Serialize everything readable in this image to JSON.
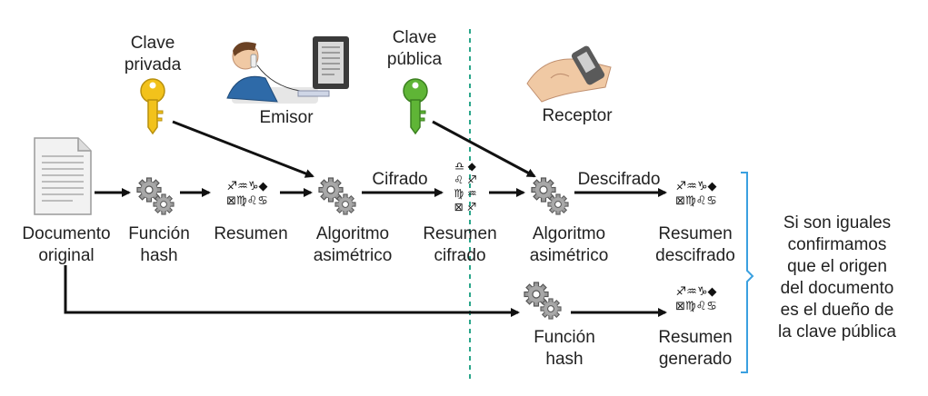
{
  "labels": {
    "private_key": [
      "Clave",
      "privada"
    ],
    "public_key": [
      "Clave",
      "pública"
    ],
    "sender": "Emisor",
    "receiver": "Receptor",
    "original_document": [
      "Documento",
      "original"
    ],
    "hash_function_1": [
      "Función",
      "hash"
    ],
    "summary_1": "Resumen",
    "asym_algorithm_1": [
      "Algoritmo",
      "asimétrico"
    ],
    "encrypted_label": "Cifrado",
    "encrypted_summary": [
      "Resumen",
      "cifrado"
    ],
    "asym_algorithm_2": [
      "Algoritmo",
      "asimétrico"
    ],
    "decrypted_label": "Descifrado",
    "decrypted_summary": [
      "Resumen",
      "descifrado"
    ],
    "hash_function_2": [
      "Función",
      "hash"
    ],
    "generated_summary": [
      "Resumen",
      "generado"
    ],
    "conclusion": [
      "Si son iguales",
      "confirmamos",
      "que el origen",
      "del documento",
      "es el dueño de",
      "la clave pública"
    ]
  },
  "symbols": {
    "summary_rows": [
      "♐♒♑◆",
      "⊠♍♌♋"
    ],
    "encrypted_rows": [
      "♎ ◆",
      "♌ ♐",
      "♍ ♒",
      "⊠ ♐"
    ]
  },
  "colors": {
    "private_key": "#f2c21b",
    "public_key": "#5fb536",
    "divider": "#2aa68a",
    "bracket": "#3aa0e0",
    "arrow": "#111111",
    "gear": "#8a8a8a"
  },
  "icons": [
    "document-icon",
    "gear-icon",
    "key-icon",
    "person-computer-icon",
    "hand-phone-icon"
  ]
}
